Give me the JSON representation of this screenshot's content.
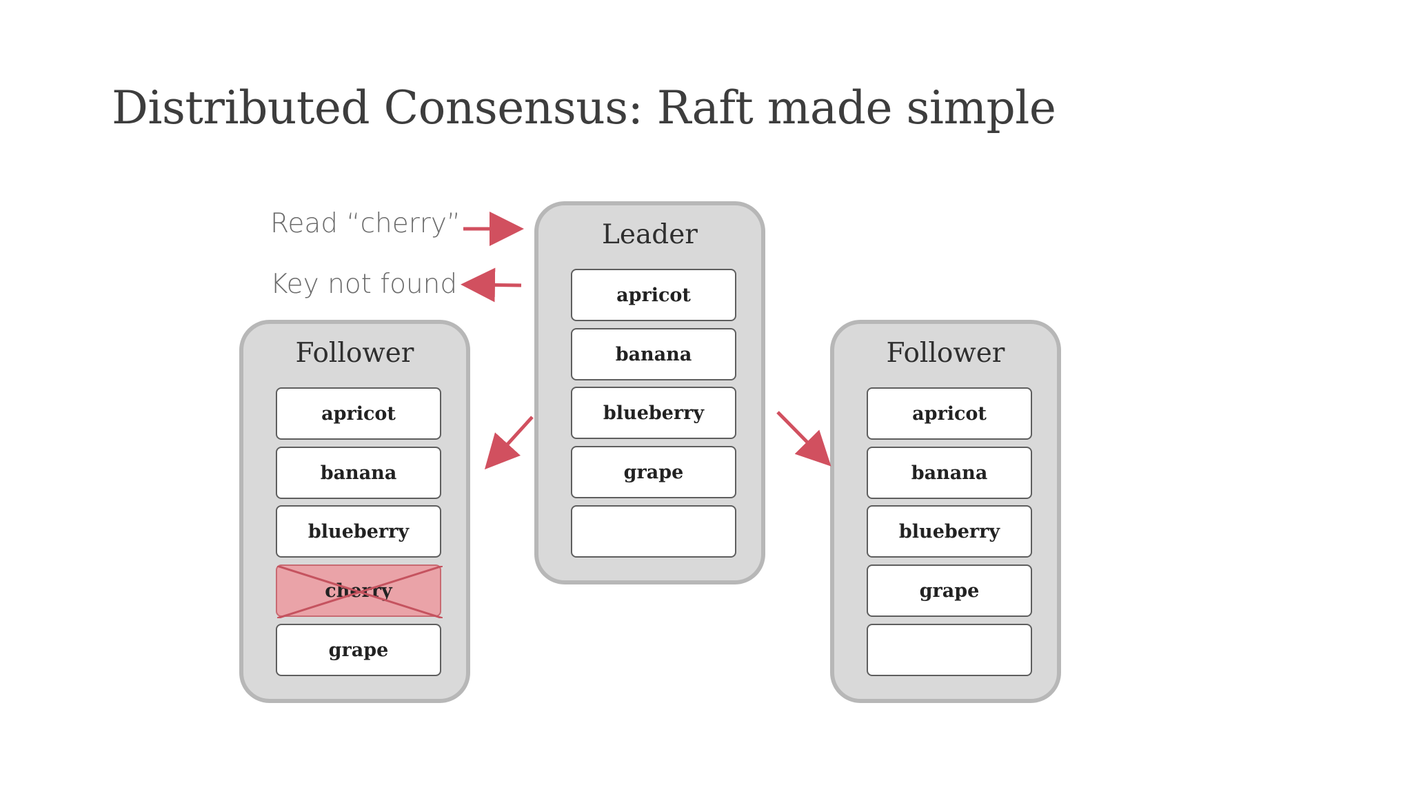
{
  "title": "Distributed Consensus: Raft made simple",
  "request_label": "Read “cherry”",
  "response_label": "Key not found",
  "colors": {
    "arrow": "#d1505f",
    "node_bg": "#d9d9d9",
    "node_border": "#b7b7b7",
    "invalid_entry": "#eaa3a8"
  },
  "leader": {
    "title": "Leader",
    "entries": [
      "apricot",
      "banana",
      "blueberry",
      "grape",
      ""
    ]
  },
  "follower_left": {
    "title": "Follower",
    "entries": [
      "apricot",
      "banana",
      "blueberry",
      "cherry",
      "grape"
    ],
    "crossed_out_entry": "cherry"
  },
  "follower_right": {
    "title": "Follower",
    "entries": [
      "apricot",
      "banana",
      "blueberry",
      "grape",
      ""
    ]
  }
}
